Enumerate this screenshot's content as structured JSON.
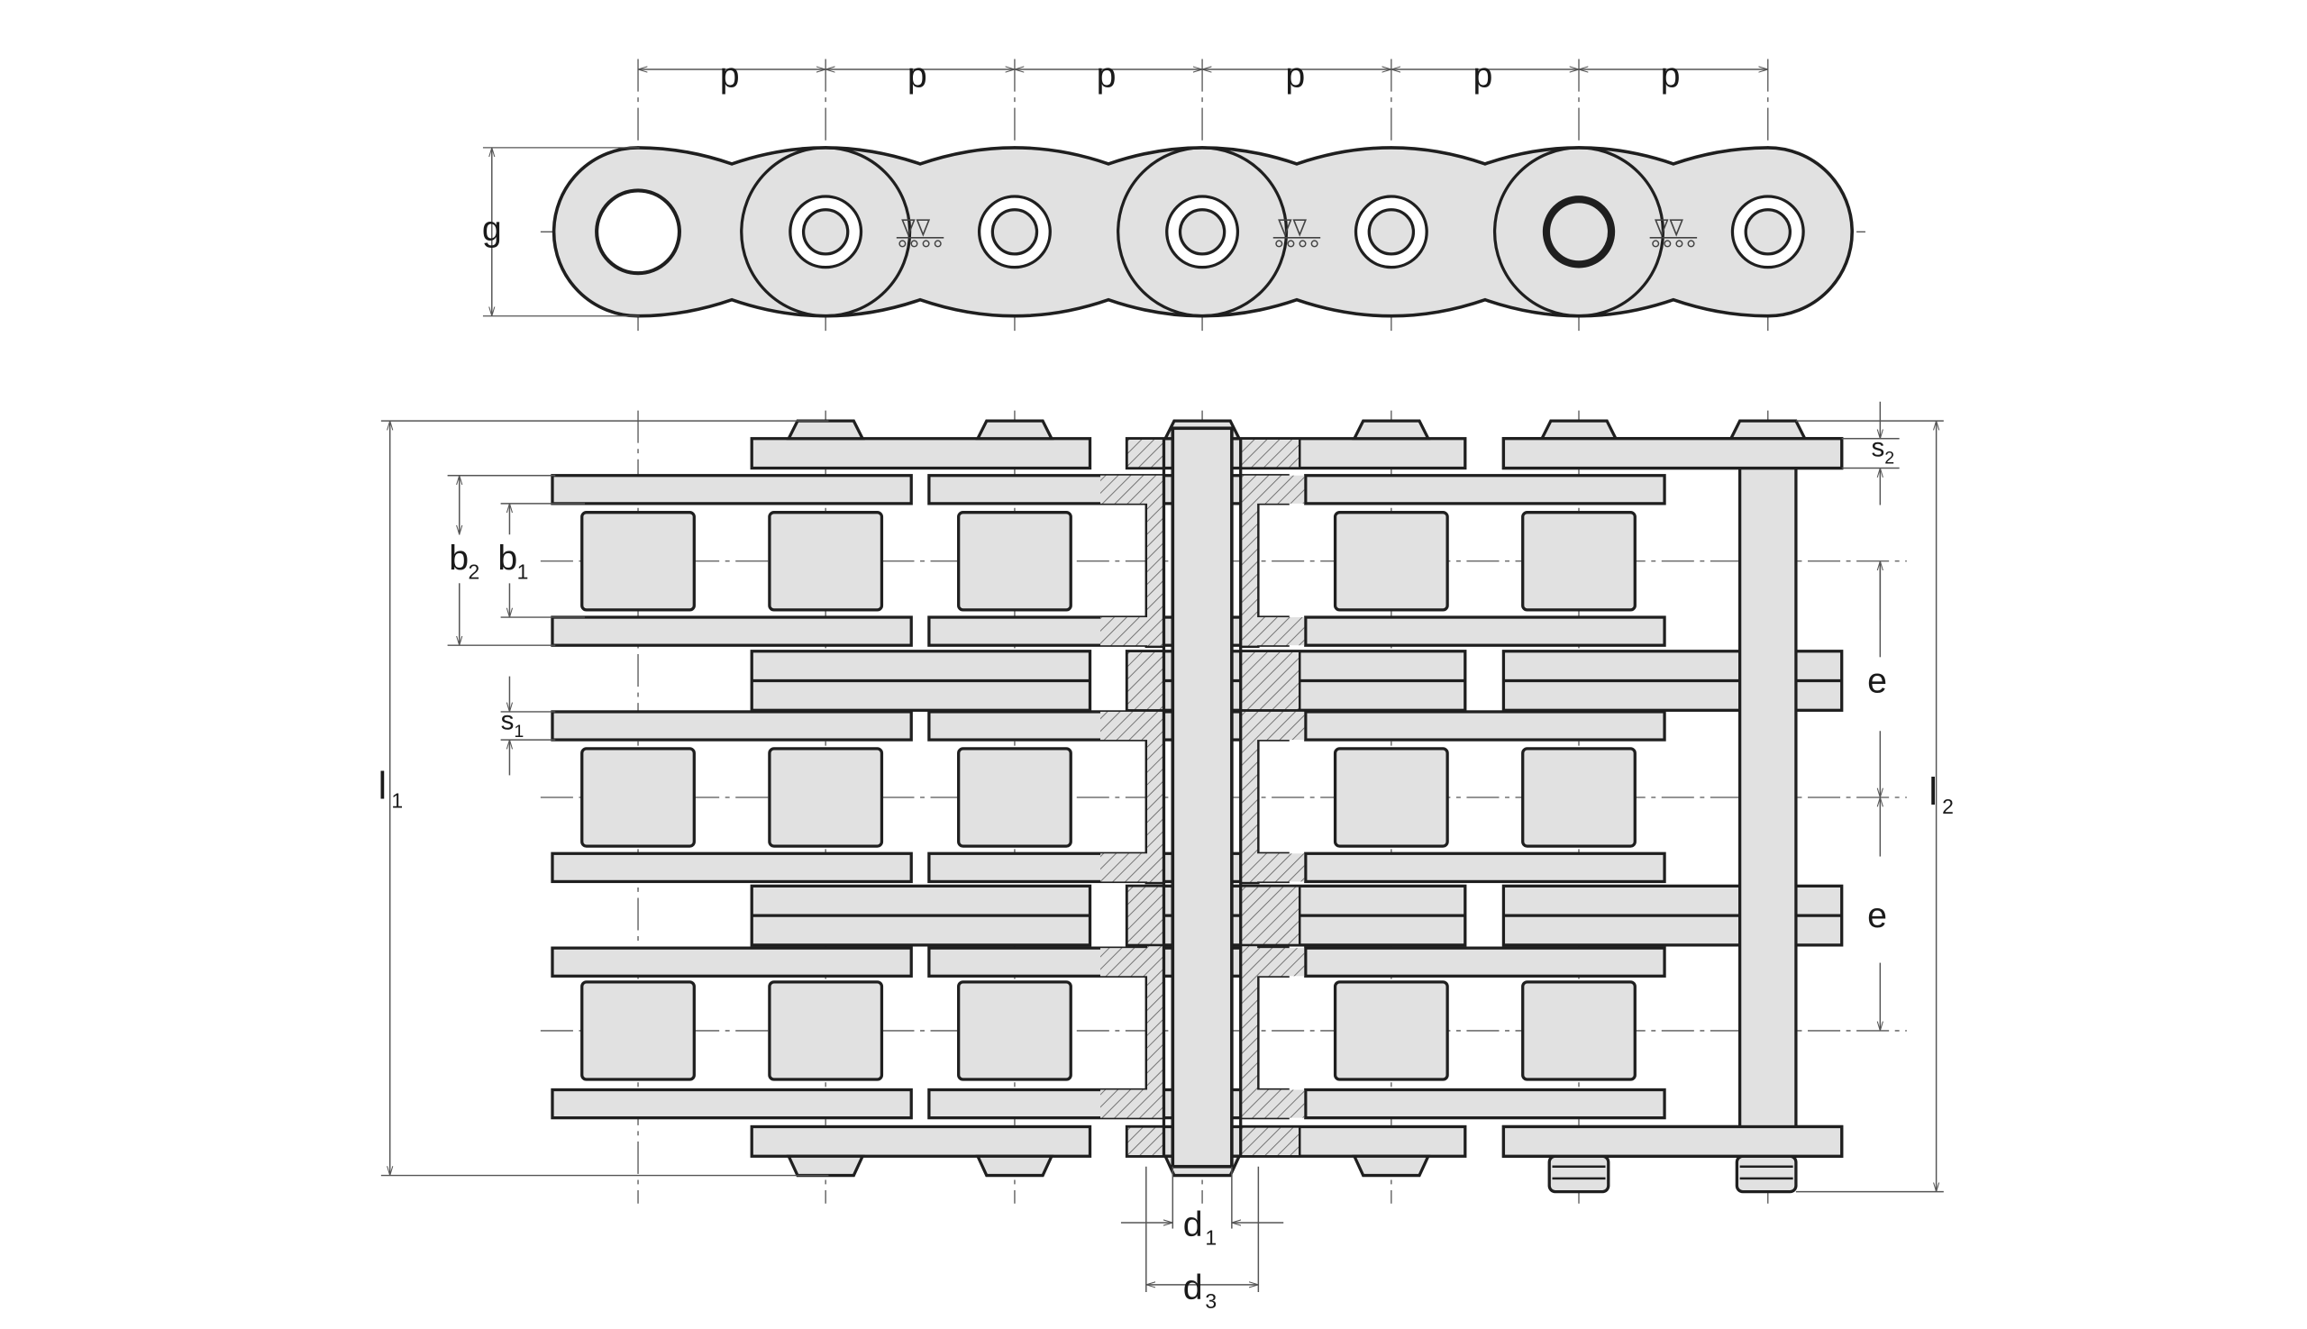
{
  "diagram": {
    "kind": "triplex roller chain technical drawing",
    "views": [
      "side-view",
      "top-view"
    ],
    "colors": {
      "fill": "#e1e1e1",
      "outline": "#1f1f1f",
      "dimension": "#555555",
      "hatch": "#6a6a6a"
    }
  },
  "labels": {
    "pitch": "p",
    "plate_height": "g",
    "inner_width": "b",
    "inner_width_sub": "1",
    "plate_span": "b",
    "plate_span_sub": "2",
    "plate_thickness": "s",
    "plate_thickness_sub": "1",
    "outer_plate_thickness": "s",
    "outer_plate_thickness_sub": "2",
    "strand_spacing": "e",
    "length_1": "l",
    "length_1_sub": "1",
    "length_2": "l",
    "length_2_sub": "2",
    "pin_diameter": "d",
    "pin_diameter_sub": "1",
    "roller_diameter": "d",
    "roller_diameter_sub": "3"
  },
  "icons": {
    "logo": "chain-logo-icon"
  }
}
